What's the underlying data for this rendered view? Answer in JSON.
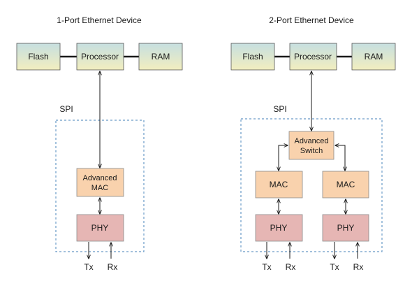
{
  "left": {
    "title": "1-Port Ethernet Device",
    "flash": "Flash",
    "processor": "Processor",
    "ram": "RAM",
    "spi": "SPI",
    "advanced_mac": [
      "Advanced",
      "MAC"
    ],
    "phy": "PHY",
    "tx": "Tx",
    "rx": "Rx"
  },
  "right": {
    "title": "2-Port Ethernet Device",
    "flash": "Flash",
    "processor": "Processor",
    "ram": "RAM",
    "spi": "SPI",
    "advanced_switch": [
      "Advanced",
      "Switch"
    ],
    "mac_a": "MAC",
    "mac_b": "MAC",
    "phy_a": "PHY",
    "phy_b": "PHY",
    "tx_a": "Tx",
    "rx_a": "Rx",
    "tx_b": "Tx",
    "rx_b": "Rx"
  },
  "colors": {
    "memory_gradient_top": "#c6dfe0",
    "memory_gradient_bottom": "#f2eebf",
    "mac_fill": "#f9d2ad",
    "phy_fill": "#e6b6b4",
    "dashed_border": "#6a9bc8",
    "line": "#1a1a1a"
  }
}
